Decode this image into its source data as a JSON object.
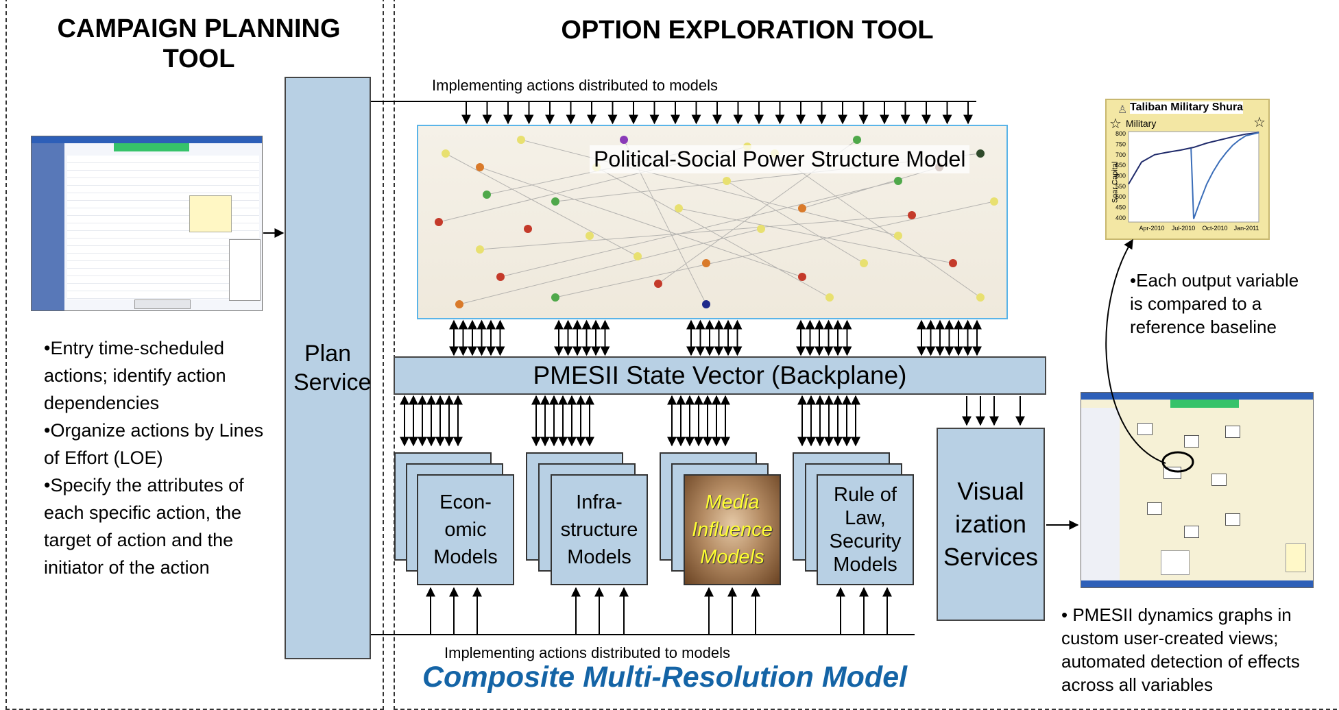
{
  "sections": {
    "left_title": "CAMPAIGN PLANNING TOOL",
    "right_title": "OPTION EXPLORATION  TOOL"
  },
  "plan_service": {
    "label": "Plan Service"
  },
  "network_model": {
    "title": "Political-Social Power Structure Model"
  },
  "top_flow_label": "Implementing actions distributed to models",
  "bottom_flow_label": "Implementing actions distributed to models",
  "backplane": {
    "label": "PMESII State Vector (Backplane)"
  },
  "models": [
    {
      "label": "Econ-\nomic\nModels",
      "highlight": false
    },
    {
      "label": "Infra-\nstructure\nModels",
      "highlight": false
    },
    {
      "label": "Media\nInfluence\nModels",
      "highlight": true
    },
    {
      "label": "Rule of\nLaw,\nSecurity\nModels",
      "highlight": false
    }
  ],
  "visualization": {
    "label": "Visual\nization\nServices"
  },
  "composite_title": "Composite Multi-Resolution Model",
  "campaign_bullets": [
    "•Entry  time-scheduled actions; identify action dependencies",
    "•Organize actions by Lines of Effort (LOE)",
    "•Specify the attributes of each specific action, the target of action and the initiator of the action"
  ],
  "chart_note": "•Each output variable is compared  to a reference baseline",
  "dynamics_note": "• PMESII dynamics graphs in custom user-created views; automated detection of effects across all variables",
  "chart_data": {
    "type": "line",
    "title": "Taliban Military Shura",
    "legend": "Military",
    "ylabel": "Soar Capital",
    "x_ticks": [
      "Apr-2010",
      "Jul-2010",
      "Oct-2010",
      "Jan-2011"
    ],
    "y_ticks": [
      400,
      450,
      500,
      550,
      600,
      650,
      700,
      750,
      800
    ],
    "ylim": [
      380,
      810
    ],
    "series": [
      {
        "x": [
          0,
          0.1,
          0.2,
          0.3,
          0.4,
          0.5,
          0.6,
          0.7,
          0.8,
          0.9,
          1.0
        ],
        "y": [
          560,
          665,
          700,
          712,
          722,
          735,
          755,
          770,
          785,
          798,
          805
        ]
      },
      {
        "x": [
          0.48,
          0.5,
          0.55,
          0.6,
          0.65,
          0.7,
          0.75,
          0.8,
          0.85,
          0.9,
          1.0
        ],
        "y": [
          730,
          395,
          480,
          560,
          620,
          670,
          710,
          745,
          770,
          790,
          805
        ]
      }
    ],
    "colors": [
      "#1f2a6a",
      "#3a6db8"
    ]
  },
  "colors": {
    "box_fill": "#b8d0e4",
    "title_blue": "#1464a6",
    "chart_frame": "#e8d88a"
  }
}
